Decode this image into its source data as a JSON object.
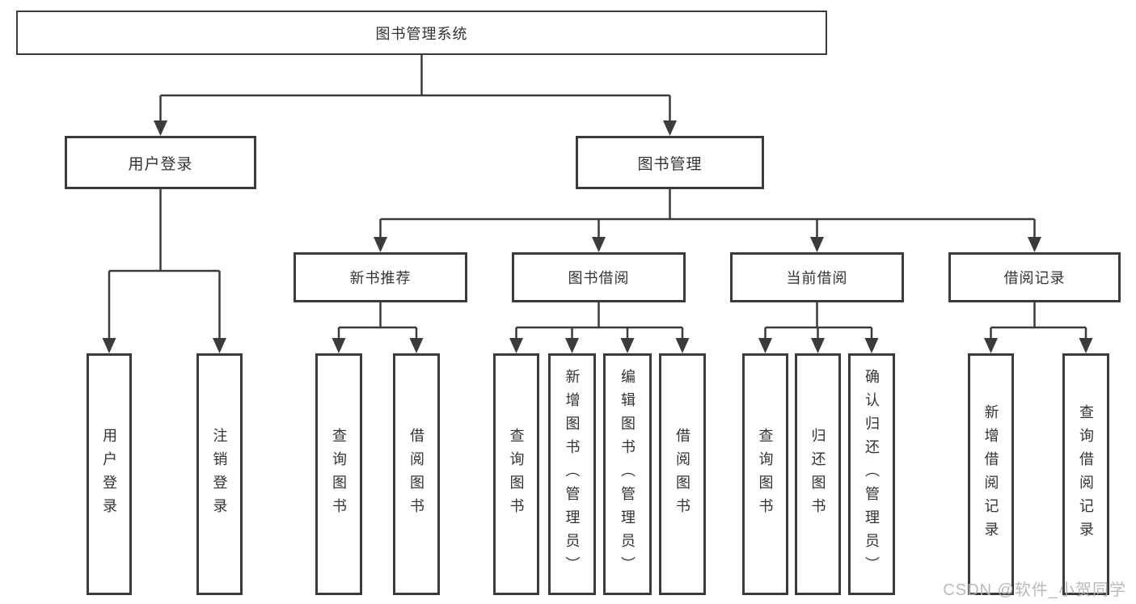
{
  "tree": {
    "label": "图书管理系统",
    "children": [
      {
        "label": "用户登录",
        "children": [
          {
            "label": "用户登录"
          },
          {
            "label": "注销登录"
          }
        ]
      },
      {
        "label": "图书管理",
        "children": [
          {
            "label": "新书推荐",
            "children": [
              {
                "label": "查询图书"
              },
              {
                "label": "借阅图书"
              }
            ]
          },
          {
            "label": "图书借阅",
            "children": [
              {
                "label": "查询图书"
              },
              {
                "label": "新增图书（管理员）"
              },
              {
                "label": "编辑图书（管理员）"
              },
              {
                "label": "借阅图书"
              }
            ]
          },
          {
            "label": "当前借阅",
            "children": [
              {
                "label": "查询图书"
              },
              {
                "label": "归还图书"
              },
              {
                "label": "确认归还（管理员）"
              }
            ]
          },
          {
            "label": "借阅记录",
            "children": [
              {
                "label": "新增借阅记录"
              },
              {
                "label": "查询借阅记录"
              }
            ]
          }
        ]
      }
    ]
  },
  "watermark": "CSDN @软件_小贺同学",
  "colors": {
    "line": "#3b3b3b",
    "box_border": "#3b3b3b",
    "text": "#333333",
    "watermark": "#b3b3b3",
    "background": "#ffffff"
  }
}
